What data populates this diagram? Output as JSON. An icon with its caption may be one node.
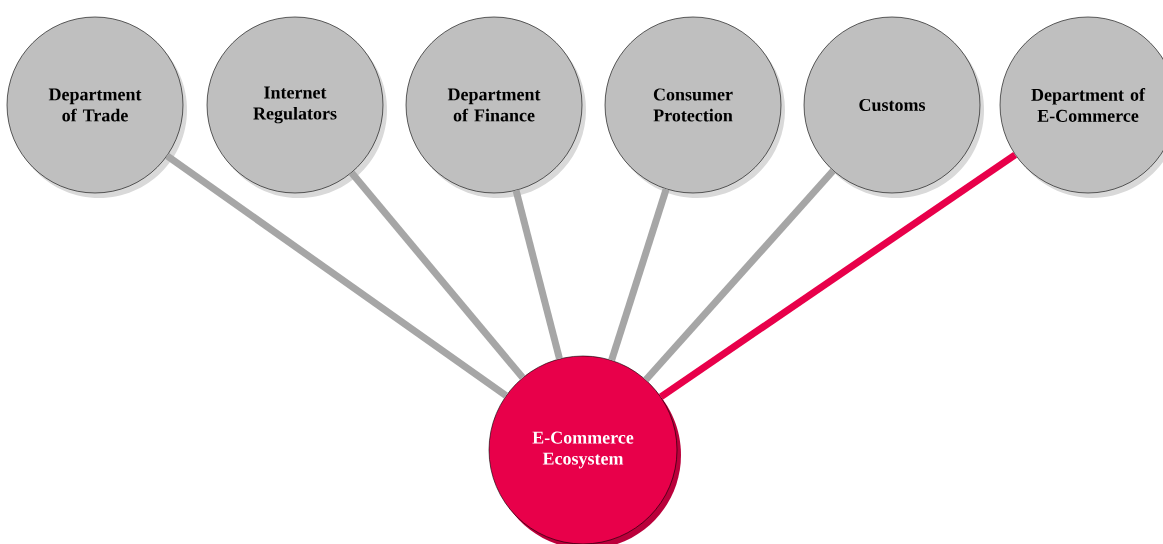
{
  "diagram": {
    "nodes": [
      {
        "text": [
          "Department of Trade"
        ]
      },
      {
        "text": [
          "Internet Regulators"
        ]
      },
      {
        "text": [
          "Department of Finance"
        ]
      },
      {
        "text": [
          "Consumer Protection"
        ]
      },
      {
        "text": [
          "Customs"
        ]
      },
      {
        "text": [
          "Department of E-Commerce"
        ]
      },
      {
        "text": [
          "E-Commerce Ecosystem"
        ]
      }
    ],
    "edges": [
      {
        "from": 0,
        "to": 6,
        "arrow": "none"
      },
      {
        "from": 1,
        "to": 6,
        "arrow": "none"
      },
      {
        "from": 2,
        "to": 6,
        "arrow": "none"
      },
      {
        "from": 3,
        "to": 6,
        "arrow": "none"
      },
      {
        "from": 4,
        "to": 6,
        "arrow": "none"
      },
      {
        "from": 5,
        "to": 6,
        "arrow": "none",
        "color": "#e8004a"
      }
    ]
  }
}
